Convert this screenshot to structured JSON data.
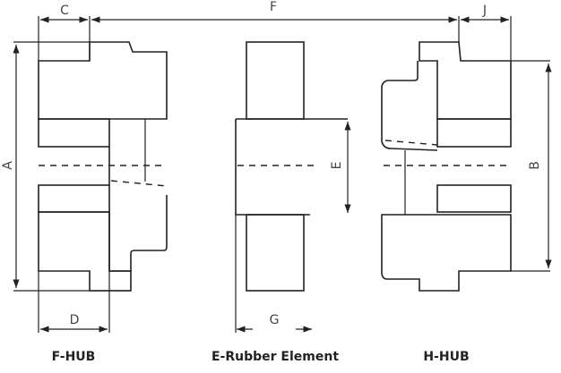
{
  "dimensions": {
    "A": "A",
    "B": "B",
    "C": "C",
    "D": "D",
    "E": "E",
    "F": "F",
    "G": "G",
    "J": "J"
  },
  "captions": {
    "f_hub": "F-HUB",
    "rubber": "E-Rubber Element",
    "h_hub": "H-HUB"
  },
  "colors": {
    "line": "#222222",
    "background": "#ffffff"
  }
}
